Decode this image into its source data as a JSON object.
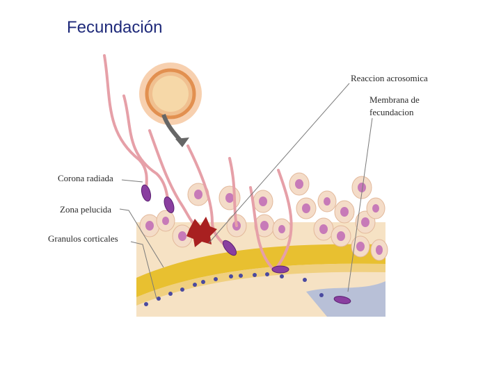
{
  "title": "Fecundación",
  "labels": {
    "reaccion": "Reaccion acrosomica",
    "membrana_line1": "Membrana de",
    "membrana_line2": "fecundacion",
    "corona": "Corona radiada",
    "zona": "Zona pelucida",
    "granulos": "Granulos corticales"
  },
  "colors": {
    "title": "#1f2a7a",
    "zona_pelucida": "#e8c030",
    "ovum_cytoplasm": "#f6e2c4",
    "corona_cells": "#f4dcc8",
    "nucleus": "#c77ab8",
    "sperm_head": "#8a3fa0",
    "sperm_tail": "#e6a0a8",
    "acrosome_reaction": "#a82020",
    "granules": "#4a4aa0"
  }
}
